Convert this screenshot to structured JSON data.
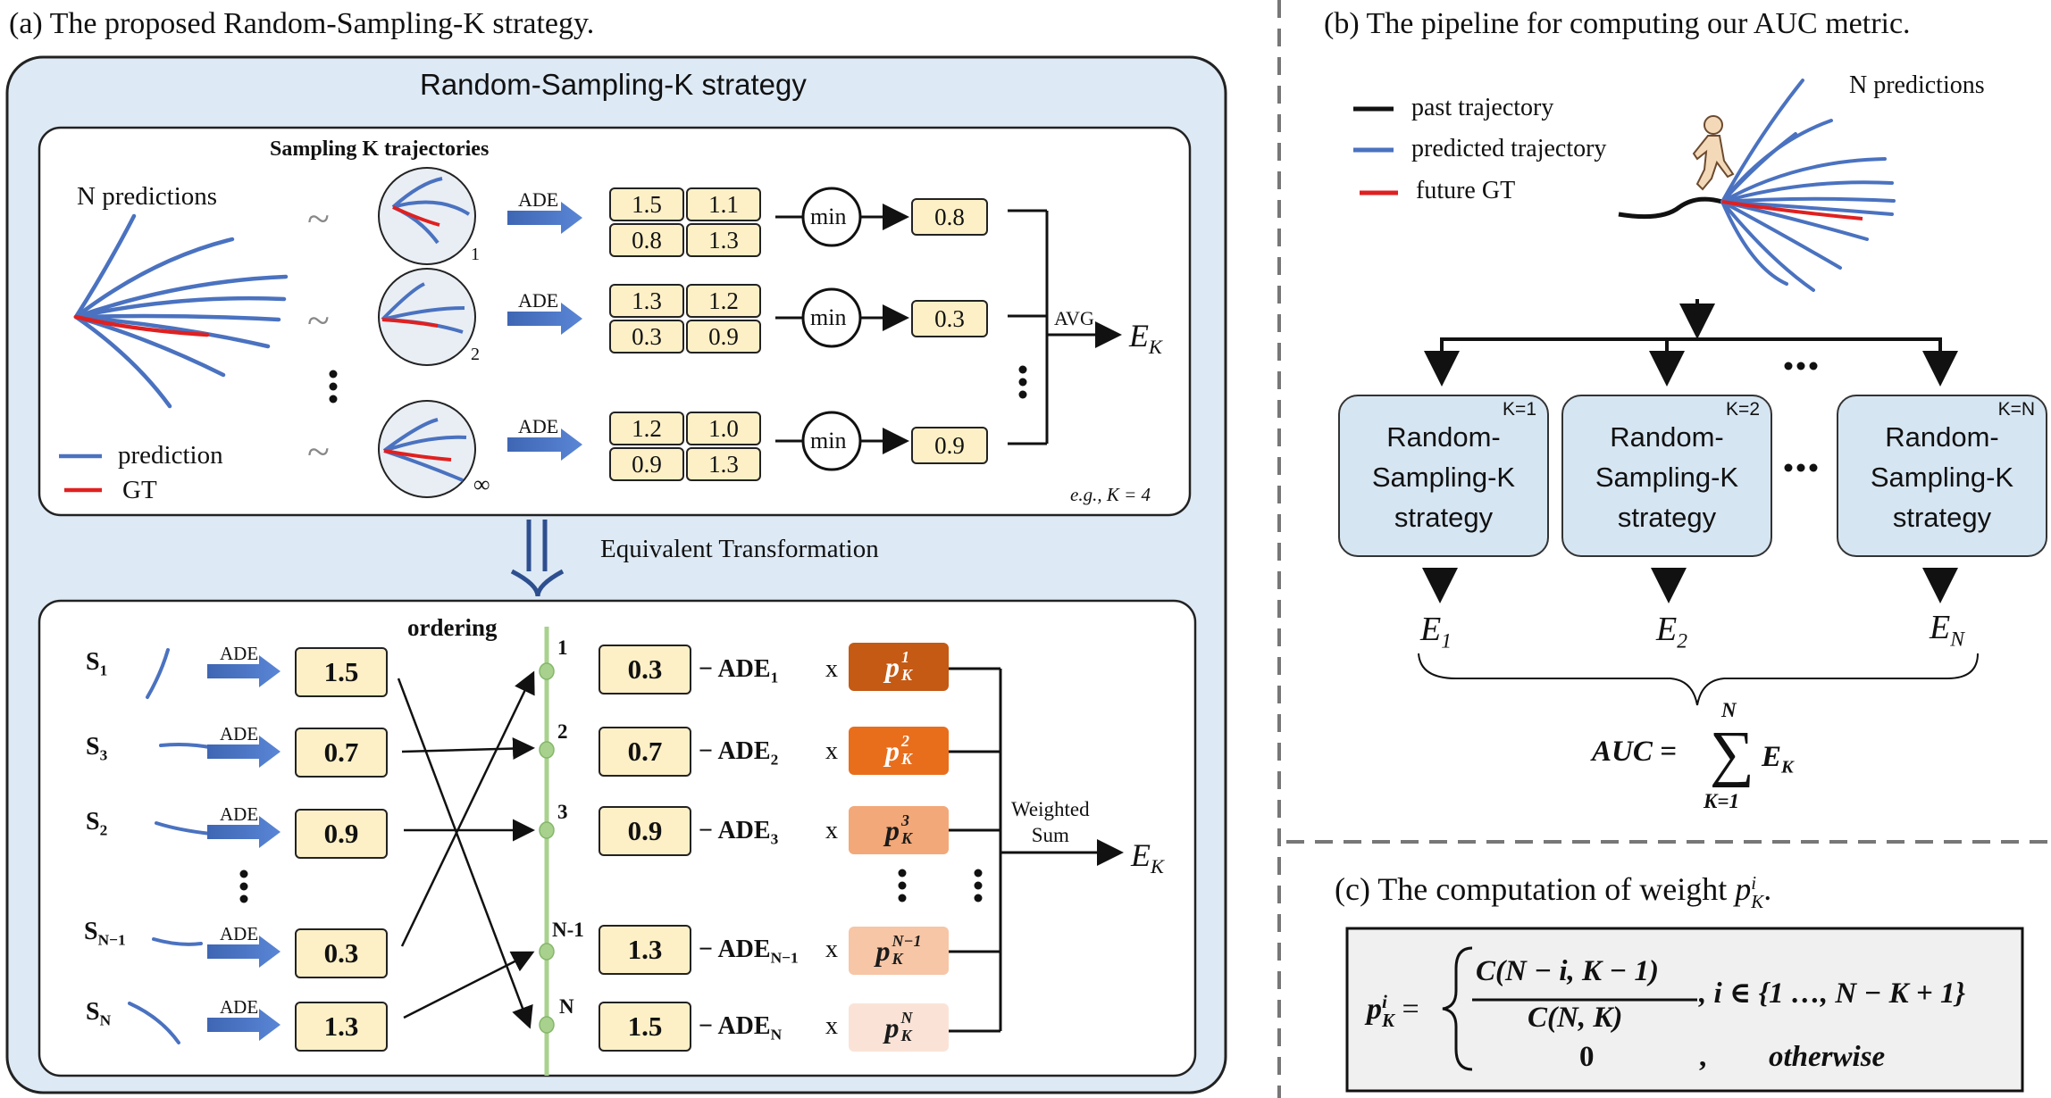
{
  "panel_a": {
    "caption": "(a) The proposed Random-Sampling-K strategy.",
    "outer_title": "Random-Sampling-K strategy",
    "top": {
      "sampling_title": "Sampling K trajectories",
      "n_predictions": "N predictions",
      "legend_prediction": "prediction",
      "legend_gt": "GT",
      "tilde": "~",
      "ade_label": "ADE",
      "min_label": "min",
      "avg_label": "AVG",
      "ek_main": "E",
      "ek_sub": "K",
      "example": "e.g., K = 4",
      "rows": [
        {
          "index": "1",
          "values": [
            "1.5",
            "1.1",
            "0.8",
            "1.3"
          ],
          "min_value": "0.8"
        },
        {
          "index": "2",
          "values": [
            "1.3",
            "1.2",
            "0.3",
            "0.9"
          ],
          "min_value": "0.3"
        },
        {
          "index": "∞",
          "values": [
            "1.2",
            "1.0",
            "0.9",
            "1.3"
          ],
          "min_value": "0.9"
        }
      ]
    },
    "transform_label": "Equivalent Transformation",
    "bottom": {
      "ordering_label": "ordering",
      "ade_label": "ADE",
      "weighted_sum": "Weighted\nSum",
      "ek_main": "E",
      "ek_sub": "K",
      "samples": [
        {
          "name": "S",
          "sub": "1",
          "ade": "1.5"
        },
        {
          "name": "S",
          "sub": "3",
          "ade": "0.7"
        },
        {
          "name": "S",
          "sub": "2",
          "ade": "0.9"
        },
        {
          "name": "S",
          "sub": "N−1",
          "ade": "0.3"
        },
        {
          "name": "S",
          "sub": "N",
          "ade": "1.3"
        }
      ],
      "orders": [
        "1",
        "2",
        "3",
        "N-1",
        "N"
      ],
      "sorted": [
        {
          "value": "0.3",
          "ade": "ADE",
          "ade_sub": "1",
          "p_sup": "1",
          "color": "#c45a14"
        },
        {
          "value": "0.7",
          "ade": "ADE",
          "ade_sub": "2",
          "p_sup": "2",
          "color": "#e86e1c"
        },
        {
          "value": "0.9",
          "ade": "ADE",
          "ade_sub": "3",
          "p_sup": "3",
          "color": "#f2a878"
        },
        {
          "value": "1.3",
          "ade": "ADE",
          "ade_sub": "N−1",
          "p_sup": "N−1",
          "color": "#f6c6a6"
        },
        {
          "value": "1.5",
          "ade": "ADE",
          "ade_sub": "N",
          "p_sup": "N",
          "color": "#fae3d6"
        }
      ],
      "p_main": "p",
      "p_sub": "K",
      "dash": "−",
      "times": "x"
    }
  },
  "panel_b": {
    "caption": "(b) The pipeline for computing our AUC metric.",
    "legend": {
      "past": "past trajectory",
      "predicted": "predicted trajectory",
      "future": "future GT"
    },
    "n_predictions": "N predictions",
    "boxes": [
      {
        "k": "K=1",
        "label": "Random-\nSampling-K\nstrategy",
        "e_sub": "1"
      },
      {
        "k": "K=2",
        "label": "Random-\nSampling-K\nstrategy",
        "e_sub": "2"
      },
      {
        "k": "K=N",
        "label": "Random-\nSampling-K\nstrategy",
        "e_sub": "N"
      }
    ],
    "e_main": "E",
    "formula": {
      "lhs": "AUC =",
      "sum": "∑",
      "upper": "N",
      "lower": "K=1",
      "term": "E",
      "term_sub": "K"
    }
  },
  "panel_c": {
    "caption_prefix": "(c) The computation of weight ",
    "caption_suffix": ".",
    "p_main": "p",
    "p_sup": "i",
    "p_sub": "K",
    "numerator": "C(N − i, K − 1)",
    "denominator": "C(N, K)",
    "condition": ", i ∈ {1 …, N − K + 1}",
    "zero": "0",
    "otherwise_sep": ",",
    "otherwise": "otherwise",
    "equals": "="
  },
  "colors": {
    "pred": "#4a72c0",
    "gt": "#e02020",
    "panel_bg": "#dde9f4",
    "cell_bg": "#fdf0c6",
    "order_line": "#a9d18e"
  }
}
